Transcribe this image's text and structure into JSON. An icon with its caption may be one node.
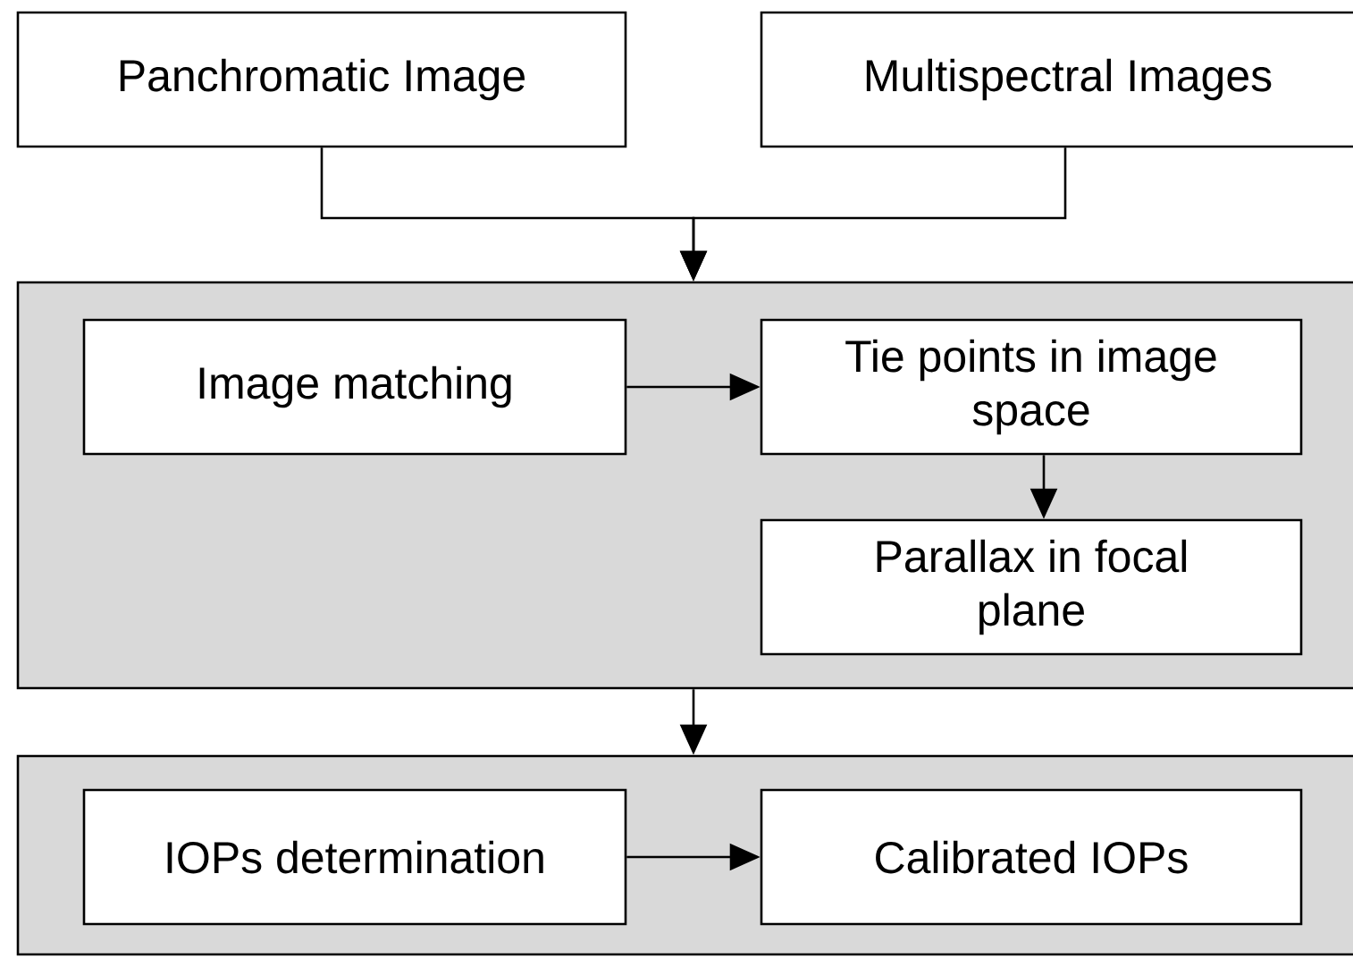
{
  "diagram": {
    "nodes": [
      {
        "text": [
          "Panchromatic Image"
        ]
      },
      {
        "text": [
          "Multispectral Images"
        ]
      },
      {
        "text": [],
        "shape": "box"
      },
      {
        "text": [
          "Image matching"
        ],
        "in": 2
      },
      {
        "text": [
          "Tie points in image space"
        ],
        "in": 2
      },
      {
        "text": [
          "Parallax in focal plane"
        ],
        "in": 2
      },
      {
        "text": [],
        "shape": "box"
      },
      {
        "text": [
          "IOPs determination"
        ],
        "in": 6
      },
      {
        "text": [
          "Calibrated IOPs"
        ],
        "in": 6
      }
    ],
    "edges": [
      {
        "from": 0,
        "to": 2,
        "arrow": "to"
      },
      {
        "from": 1,
        "to": 2,
        "arrow": "to"
      },
      {
        "from": 3,
        "to": 4,
        "arrow": "to"
      },
      {
        "from": 4,
        "to": 5,
        "arrow": "to"
      },
      {
        "from": 2,
        "to": 6,
        "arrow": "to"
      },
      {
        "from": 7,
        "to": 8,
        "arrow": "to"
      }
    ]
  }
}
